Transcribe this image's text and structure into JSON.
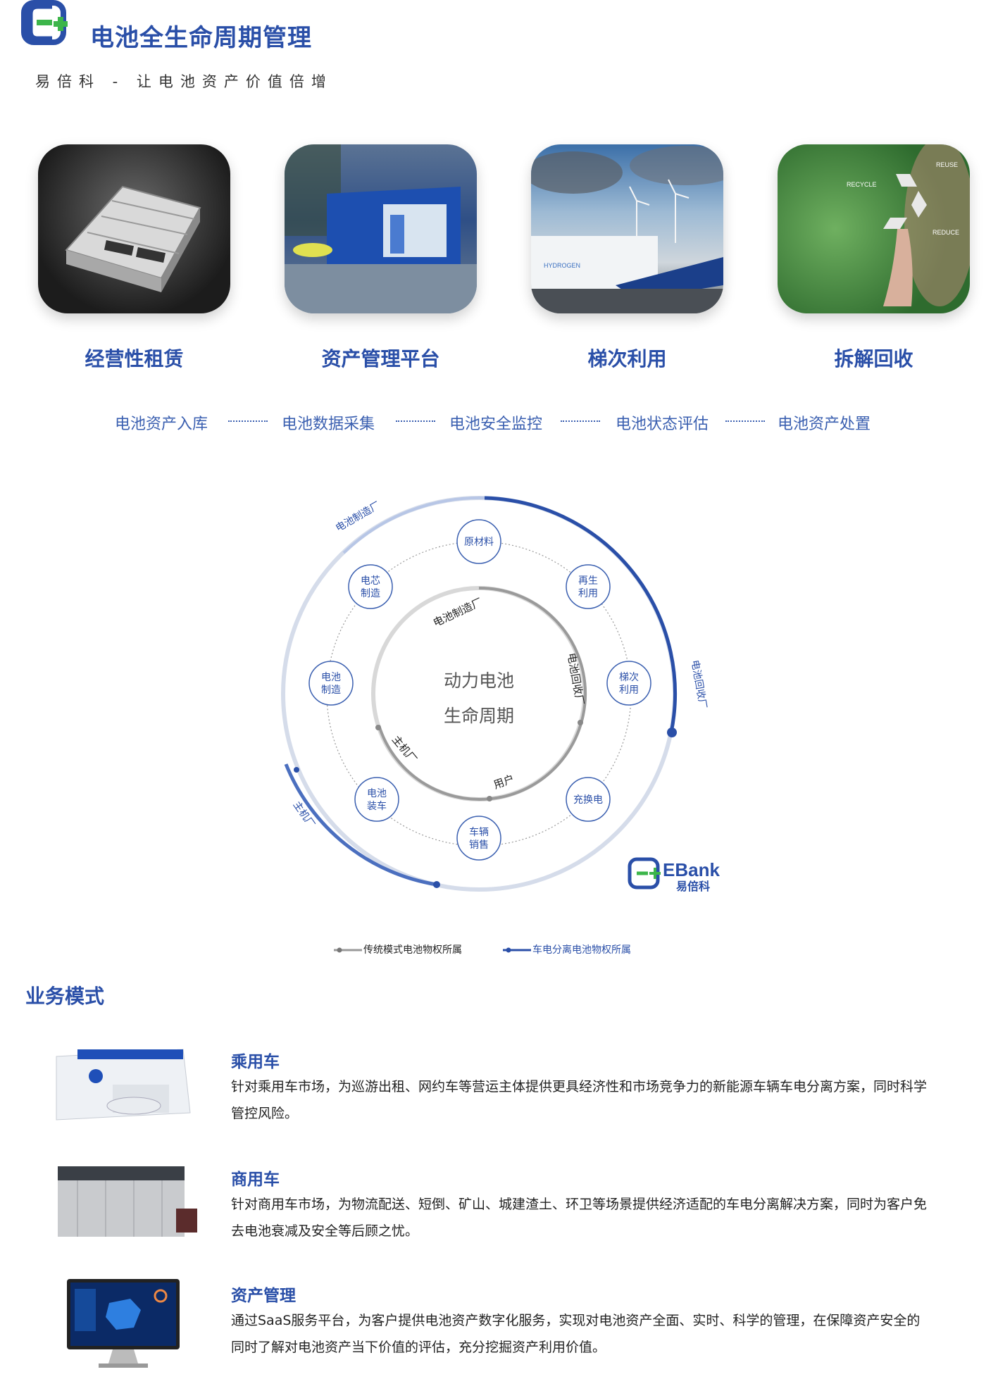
{
  "header": {
    "title": "电池全生命周期管理",
    "slogan": "易倍科 - 让电池资产价值倍增"
  },
  "cards": [
    {
      "label": "经营性租赁",
      "image": "battery-pack"
    },
    {
      "label": "资产管理平台",
      "image": "swap-station"
    },
    {
      "label": "梯次利用",
      "image": "energy-storage"
    },
    {
      "label": "拆解回收",
      "image": "recycle"
    }
  ],
  "recycle_card_text": {
    "reuse": "REUSE",
    "recycle": "RECYCLE",
    "reduce": "REDUCE"
  },
  "storage_card_text": "HYDROGEN",
  "flow": [
    "电池资产入库",
    "电池数据采集",
    "电池安全监控",
    "电池状态评估",
    "电池资产处置"
  ],
  "diagram": {
    "center_line1": "动力电池",
    "center_line2": "生命周期",
    "inner_labels": {
      "top": "电池制造厂",
      "right": "电池回收厂",
      "bottom": "用户",
      "left": "主机厂"
    },
    "outer_labels": {
      "top_left": "电池制造厂",
      "right": "电池回收厂",
      "bottom_left": "主机厂"
    },
    "nodes": [
      {
        "l1": "原材料",
        "l2": ""
      },
      {
        "l1": "再生",
        "l2": "利用"
      },
      {
        "l1": "梯次",
        "l2": "利用"
      },
      {
        "l1": "充换电",
        "l2": ""
      },
      {
        "l1": "车辆",
        "l2": "销售"
      },
      {
        "l1": "电池",
        "l2": "装车"
      },
      {
        "l1": "电池",
        "l2": "制造"
      },
      {
        "l1": "电芯",
        "l2": "制造"
      }
    ],
    "brand_en": "EBank",
    "brand_cn": "易倍科"
  },
  "legend": {
    "traditional": "传统模式电池物权所属",
    "separated": "车电分离电池物权所属"
  },
  "business": {
    "section_title": "业务模式",
    "items": [
      {
        "title": "乘用车",
        "desc": "针对乘用车市场，为巡游出租、网约车等营运主体提供更具经济性和市场竞争力的新能源车辆车电分离方案，同时科学管控风险。",
        "image": "passenger-station"
      },
      {
        "title": "商用车",
        "desc": "针对商用车市场，为物流配送、短倒、矿山、城建渣土、环卫等场景提供经济适配的车电分离解决方案，同时为客户免去电池衰减及安全等后顾之忧。",
        "image": "commercial-station"
      },
      {
        "title": "资产管理",
        "desc": "通过SaaS服务平台，为客户提供电池资产数字化服务，实现对电池资产全面、实时、科学的管理，在保障资产安全的同时了解对电池资产当下价值的评估，充分挖掘资产利用价值。",
        "image": "dashboard-monitor"
      }
    ]
  },
  "colors": {
    "brand_blue": "#2a4fa8",
    "brand_green": "#3cb54a",
    "flow_blue": "#3a5fb0",
    "gray_ring": "#9a9a9a"
  }
}
